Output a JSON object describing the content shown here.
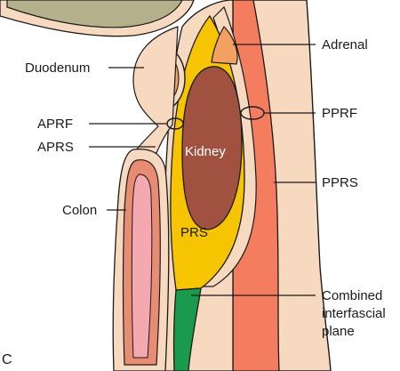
{
  "figure": {
    "panel_letter": "C",
    "labels": {
      "adrenal": "Adrenal",
      "duodenum": "Duodenum",
      "aprf": "APRF",
      "pprf": "PPRF",
      "aprs": "APRS",
      "kidney": "Kidney",
      "pprs": "PPRS",
      "colon": "Colon",
      "prs": "PRS",
      "combined_line1": "Combined",
      "combined_line2": "interfascial",
      "combined_line3": "plane"
    },
    "colors": {
      "outline": "#1a1a1a",
      "tissue": "#f6d9bf",
      "perirenal_fat": "#f6c400",
      "kidney": "#a1513f",
      "adrenal": "#f3a161",
      "muscle": "#f47d5f",
      "colon_wall": "#e98c74",
      "colon_lumen": "#f4a9b0",
      "bowel_top": "#b5b08c",
      "fascial_plane": "#1a9a4d"
    }
  }
}
